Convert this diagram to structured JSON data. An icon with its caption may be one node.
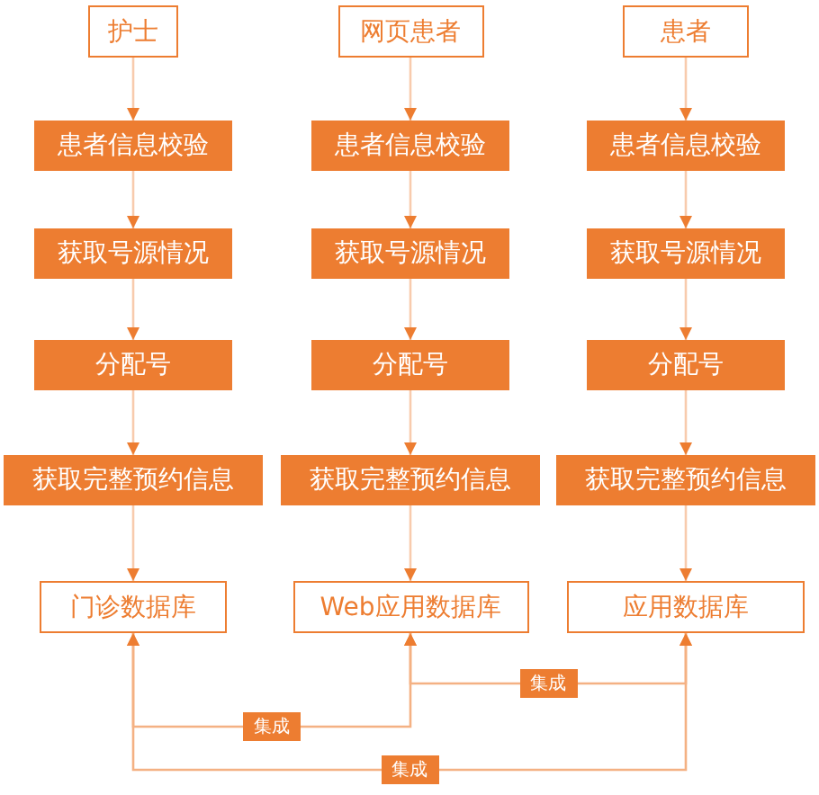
{
  "diagram": {
    "nodes": [
      {
        "text": [
          "护士"
        ]
      },
      {
        "text": [
          "网页患者"
        ]
      },
      {
        "text": [
          "患者"
        ]
      },
      {
        "text": [
          "患者信息校验"
        ]
      },
      {
        "text": [
          "患者信息校验"
        ]
      },
      {
        "text": [
          "患者信息校验"
        ]
      },
      {
        "text": [
          "获取号源情况"
        ]
      },
      {
        "text": [
          "获取号源情况"
        ]
      },
      {
        "text": [
          "获取号源情况"
        ]
      },
      {
        "text": [
          "分配号"
        ]
      },
      {
        "text": [
          "分配号"
        ]
      },
      {
        "text": [
          "分配号"
        ]
      },
      {
        "text": [
          "获取完整预约信息"
        ]
      },
      {
        "text": [
          "获取完整预约信息"
        ]
      },
      {
        "text": [
          "获取完整预约信息"
        ]
      },
      {
        "text": [
          "门诊数据库"
        ]
      },
      {
        "text": [
          "Web应用数据库"
        ]
      },
      {
        "text": [
          "应用数据库"
        ]
      }
    ],
    "edges": [
      {
        "from": 0,
        "to": 3,
        "arrow": "to"
      },
      {
        "from": 3,
        "to": 6,
        "arrow": "to"
      },
      {
        "from": 6,
        "to": 9,
        "arrow": "to"
      },
      {
        "from": 9,
        "to": 12,
        "arrow": "to"
      },
      {
        "from": 12,
        "to": 15,
        "arrow": "to"
      },
      {
        "from": 1,
        "to": 4,
        "arrow": "to"
      },
      {
        "from": 4,
        "to": 7,
        "arrow": "to"
      },
      {
        "from": 7,
        "to": 10,
        "arrow": "to"
      },
      {
        "from": 10,
        "to": 13,
        "arrow": "to"
      },
      {
        "from": 13,
        "to": 16,
        "arrow": "to"
      },
      {
        "from": 2,
        "to": 5,
        "arrow": "to"
      },
      {
        "from": 5,
        "to": 8,
        "arrow": "to"
      },
      {
        "from": 8,
        "to": 11,
        "arrow": "to"
      },
      {
        "from": 11,
        "to": 14,
        "arrow": "to"
      },
      {
        "from": 14,
        "to": 17,
        "arrow": "to"
      },
      {
        "from": 16,
        "to": 17,
        "arrow": "both",
        "label": "集成"
      },
      {
        "from": 15,
        "to": 16,
        "arrow": "both",
        "label": "集成"
      },
      {
        "from": 15,
        "to": 17,
        "arrow": "both",
        "label": "集成"
      }
    ]
  }
}
